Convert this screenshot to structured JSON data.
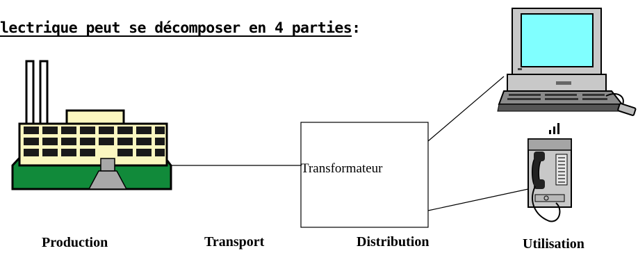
{
  "heading": {
    "text": "lectrique peut se décomposer en 4 parties",
    "suffix": ":"
  },
  "box_label": "Transformateur",
  "captions": {
    "production": "Production",
    "transport": "Transport",
    "distribution": "Distribution",
    "utilisation": "Utilisation"
  },
  "colors": {
    "factory_body": "#fbf7c0",
    "factory_base": "#118a3a",
    "windows": "#1a1a1a",
    "screen": "#80ffff",
    "computer_body": "#c8c8c8"
  }
}
